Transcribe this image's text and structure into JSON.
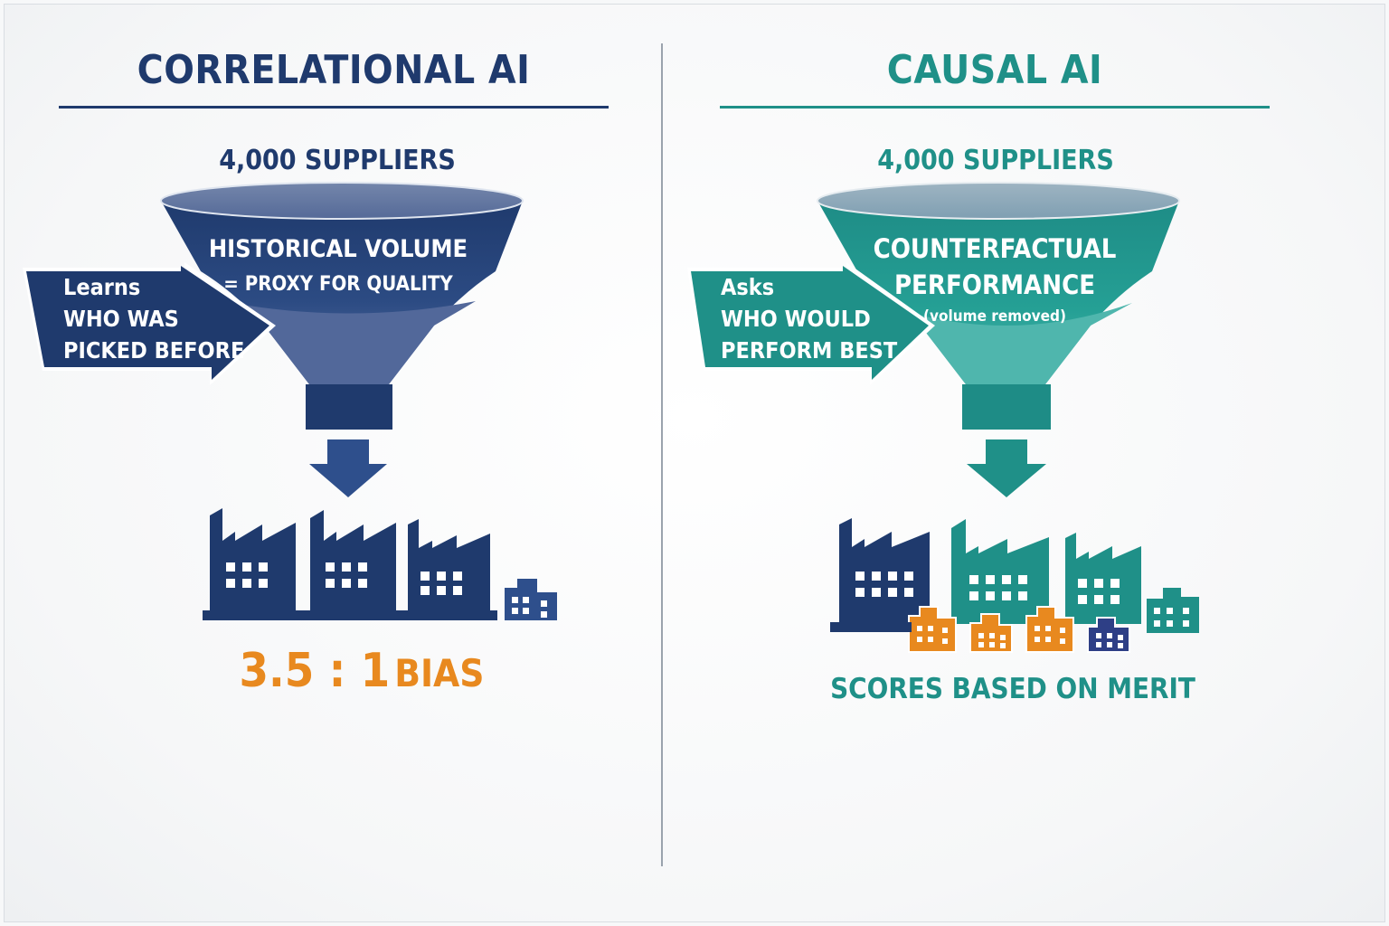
{
  "colors": {
    "navy": "#1f3a6d",
    "teal": "#1f9088",
    "orange": "#e8891f",
    "divider": "#9aa3ad"
  },
  "left": {
    "title": "CORRELATIONAL AI",
    "count": "4,000 SUPPLIERS",
    "funnel_line1": "HISTORICAL VOLUME",
    "funnel_line2": "= PROXY FOR QUALITY",
    "arrow_line1": "Learns",
    "arrow_line2": "WHO WAS",
    "arrow_line3": "PICKED BEFORE",
    "result_number": "3.5 : 1",
    "result_word": "BIAS",
    "icons": [
      "funnel-icon",
      "down-arrow-icon",
      "factory-icon",
      "factory-icon",
      "factory-icon",
      "small-building-icon"
    ]
  },
  "right": {
    "title": "CAUSAL AI",
    "count": "4,000 SUPPLIERS",
    "funnel_line1": "COUNTERFACTUAL",
    "funnel_line2": "PERFORMANCE",
    "funnel_note": "(volume removed)",
    "arrow_line1": "Asks",
    "arrow_line2": "WHO WOULD",
    "arrow_line3": "PERFORM BEST",
    "result": "SCORES BASED ON MERIT",
    "icons": [
      "funnel-icon",
      "down-arrow-icon",
      "factory-icon",
      "factory-icon",
      "factory-icon",
      "small-building-icon",
      "small-building-icon"
    ]
  }
}
